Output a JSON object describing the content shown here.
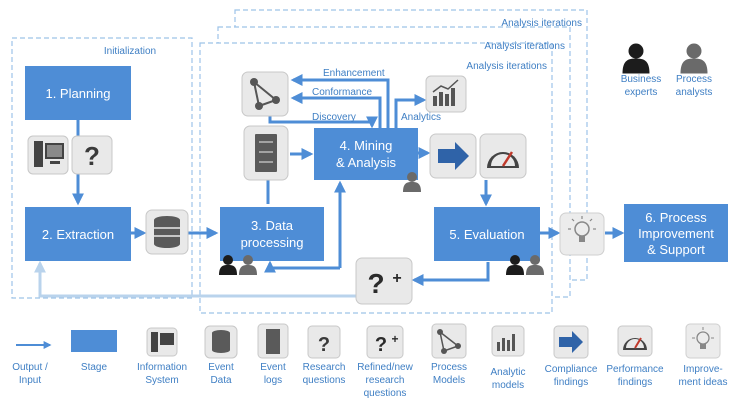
{
  "colors": {
    "stage": "#4e8dd6",
    "arrow": "#4e8dd6",
    "arrow_light": "#b9d3ec",
    "dashed": "#9ec3e8",
    "label": "#3f7fc4",
    "icon_bg": "#e9e9e9",
    "icon_border": "#c8c8c8",
    "person_dark": "#1c1c1c",
    "person_gray": "#6a6a6a",
    "insight_blue": "#2f63a8"
  },
  "regions": {
    "initialization": "Initialization",
    "iterations": [
      "Analysis iterations",
      "Analysis iterations",
      "Analysis iterations"
    ]
  },
  "stages": {
    "planning": "1. Planning",
    "extraction": "2. Extraction",
    "processing": [
      "3. Data",
      "processing"
    ],
    "mining": [
      "4. Mining",
      "& Analysis"
    ],
    "evaluation": "5. Evaluation",
    "improvement": [
      "6. Process",
      "Improvement",
      "& Support"
    ]
  },
  "flows": {
    "enhancement": "Enhancement",
    "conformance": "Conformance",
    "discovery": "Discovery",
    "analytics": "Analytics"
  },
  "roles": {
    "business": [
      "Business",
      "experts"
    ],
    "analysts": [
      "Process",
      "analysts"
    ]
  },
  "legend": {
    "output_input": [
      "Output /",
      "Input"
    ],
    "stage": [
      "Stage"
    ],
    "information_system": [
      "Information",
      "System"
    ],
    "event_data": [
      "Event",
      "Data"
    ],
    "event_logs": [
      "Event",
      "logs"
    ],
    "research_questions": [
      "Research",
      "questions"
    ],
    "refined_questions": [
      "Refined/new",
      "research",
      "questions"
    ],
    "process_models": [
      "Process",
      "Models"
    ],
    "analytic_models": [
      "Analytic",
      "models"
    ],
    "compliance_findings": [
      "Compliance",
      "findings"
    ],
    "performance_findings": [
      "Performance",
      "findings"
    ],
    "improvement_ideas": [
      "Improve-",
      "ment ideas"
    ]
  }
}
